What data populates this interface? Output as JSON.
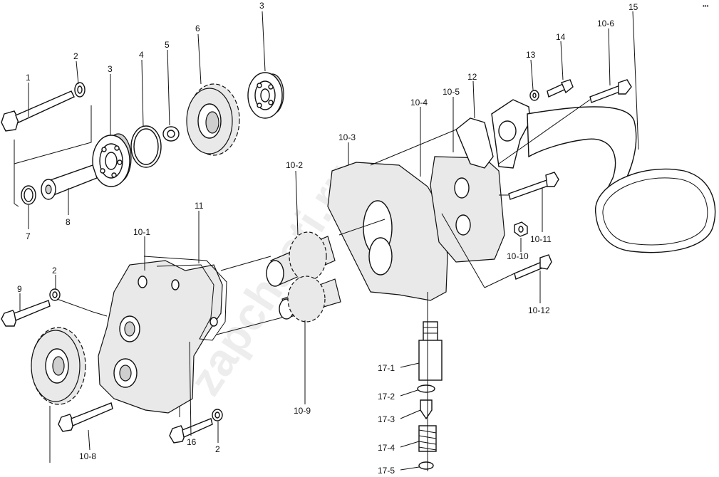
{
  "diagram": {
    "watermark": "zapchasti.ru",
    "corner_mark": "•••",
    "labels": {
      "p1": "1",
      "p2a": "2",
      "p3a": "3",
      "p4": "4",
      "p5": "5",
      "p6": "6",
      "p3b": "3",
      "p7": "7",
      "p8": "8",
      "p9": "9",
      "p2b": "2",
      "p10_1": "10-1",
      "p11": "11",
      "p10_2": "10-2",
      "p10_3": "10-3",
      "p10_4": "10-4",
      "p10_5": "10-5",
      "p12": "12",
      "p13": "13",
      "p14": "14",
      "p10_6": "10-6",
      "p15": "15",
      "p10_11": "10-11",
      "p10_10": "10-10",
      "p10_12": "10-12",
      "p10_9": "10-9",
      "p10_8": "10-8",
      "p16": "16",
      "p2c": "2",
      "p17_1": "17-1",
      "p17_2": "17-2",
      "p17_3": "17-3",
      "p17_4": "17-4",
      "p17_5": "17-5"
    }
  }
}
